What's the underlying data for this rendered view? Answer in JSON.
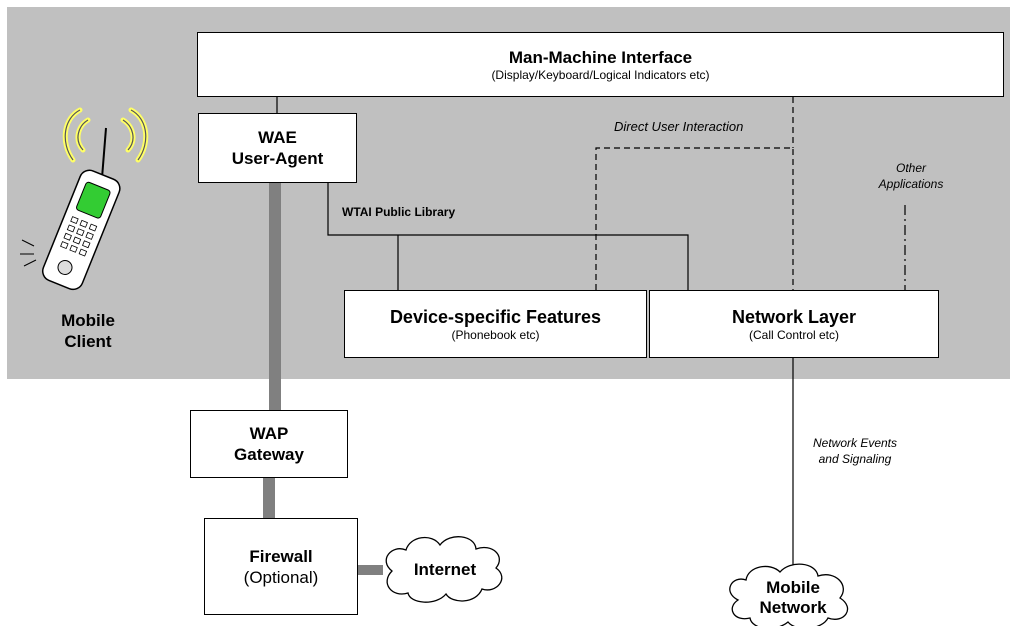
{
  "mmi": {
    "title": "Man-Machine Interface",
    "subtitle": "(Display/Keyboard/Logical Indicators etc)"
  },
  "wae": {
    "line1": "WAE",
    "line2": "User-Agent"
  },
  "device": {
    "title": "Device-specific Features",
    "subtitle": "(Phonebook etc)"
  },
  "network_layer": {
    "title": "Network Layer",
    "subtitle": "(Call Control etc)"
  },
  "gateway": {
    "line1": "WAP",
    "line2": "Gateway"
  },
  "firewall": {
    "line1": "Firewall",
    "line2": "(Optional)"
  },
  "internet": {
    "label": "Internet"
  },
  "mobile_network": {
    "line1": "Mobile",
    "line2": "Network"
  },
  "mobile_client": {
    "line1": "Mobile",
    "line2": "Client"
  },
  "labels": {
    "wtai": "WTAI Public Library",
    "direct_user": "Direct User Interaction",
    "other_apps_1": "Other",
    "other_apps_2": "Applications",
    "net_events_1": "Network Events",
    "net_events_2": "and Signaling"
  },
  "colors": {
    "background_panel": "#c0c0c0",
    "thick_link": "#808080",
    "phone_screen": "#33cc33",
    "signal_waves": "#ffff66"
  },
  "icons": {
    "phone": "mobile-phone-icon"
  }
}
